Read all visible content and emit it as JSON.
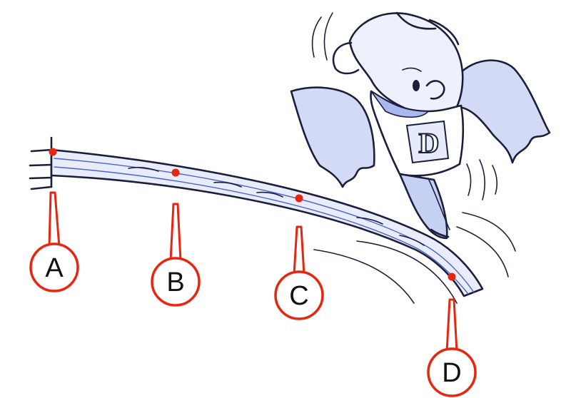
{
  "colors": {
    "marker": "#e8260f",
    "ink": "#1b1f3a",
    "pencil": "#4b63c8",
    "label_text": "#111111",
    "background": "#ffffff"
  },
  "character": {
    "shirt_letter": "D"
  },
  "markers": [
    {
      "id": "a",
      "label": "A"
    },
    {
      "id": "b",
      "label": "B"
    },
    {
      "id": "c",
      "label": "C"
    },
    {
      "id": "d",
      "label": "D"
    }
  ]
}
